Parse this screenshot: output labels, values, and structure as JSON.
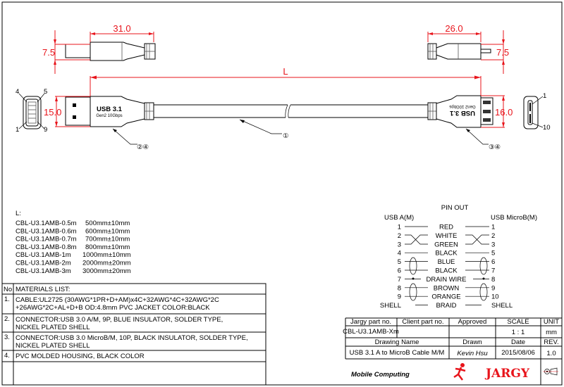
{
  "drawing": {
    "dimensions": {
      "a_length": "31.0",
      "a_height": "7.5",
      "b_length": "26.0",
      "b_height": "7.5",
      "a_width": "15.0",
      "b_width": "16.0",
      "overall": "L"
    },
    "callouts": {
      "cable": "①",
      "connector_a": "②④",
      "connector_b": "③④"
    },
    "molding_text": {
      "main": "USB 3.1",
      "sub": "Gen2 10Gbps"
    },
    "end_view_a_pins": [
      "4",
      "5",
      "1",
      "9"
    ],
    "end_view_b_pins": [
      "1",
      "10"
    ]
  },
  "lengths": {
    "title": "L:",
    "items": [
      {
        "part": "CBL-U3.1AMB-0.5m",
        "length": "500mm±10mm"
      },
      {
        "part": "CBL-U3.1AMB-0.6m",
        "length": "600mm±10mm"
      },
      {
        "part": "CBL-U3.1AMB-0.7m",
        "length": "700mm±10mm"
      },
      {
        "part": "CBL-U3.1AMB-0.8m",
        "length": "800mm±10mm"
      },
      {
        "part": "CBL-U3.1AMB-1m",
        "length": "1000mm±10mm"
      },
      {
        "part": "CBL-U3.1AMB-2m",
        "length": "2000mm±20mm"
      },
      {
        "part": "CBL-U3.1AMB-3m",
        "length": "3000mm±20mm"
      }
    ]
  },
  "pinout": {
    "title": "PIN OUT",
    "left_header": "USB A(M)",
    "right_header": "USB MicroB(M)",
    "rows": [
      {
        "left": "1",
        "wire": "RED",
        "right": "1"
      },
      {
        "left": "2",
        "wire": "WHITE",
        "right": "2"
      },
      {
        "left": "3",
        "wire": "GREEN",
        "right": "3"
      },
      {
        "left": "4",
        "wire": "BLACK",
        "right": "5"
      },
      {
        "left": "5",
        "wire": "BLUE",
        "right": "6"
      },
      {
        "left": "6",
        "wire": "BLACK",
        "right": "7"
      },
      {
        "left": "7",
        "wire": "DRAIN WIRE",
        "right": "8"
      },
      {
        "left": "8",
        "wire": "BROWN",
        "right": "9"
      },
      {
        "left": "9",
        "wire": "ORANGE",
        "right": "10"
      },
      {
        "left": "SHELL",
        "wire": "BRAID",
        "right": "SHELL"
      }
    ]
  },
  "materials": {
    "no_header": "No",
    "header": "MATERIALS LIST:",
    "items": [
      {
        "no": "1.",
        "lines": [
          "CABLE:UL2725 (30AWG*1PR+D+AM)x4C+32AWG*4C+32AWG*2C",
          "+26AWG*2C+AL+D+B   OD:4.8mm   PVC JACKET COLOR:BLACK"
        ]
      },
      {
        "no": "2.",
        "lines": [
          "CONNECTOR:USB 3.0 A/M, 9P, BLUE INSULATOR, SOLDER TYPE,",
          "NICKEL PLATED SHELL"
        ]
      },
      {
        "no": "3.",
        "lines": [
          "CONNECTOR:USB 3.0 MicroB/M, 10P, BLACK INSULATOR, SOLDER TYPE,",
          "NICKEL PLATED SHELL"
        ]
      },
      {
        "no": "4.",
        "lines": [
          "PVC MOLDED HOUSING, BLACK COLOR"
        ]
      }
    ]
  },
  "title_block": {
    "jargy_part_label": "Jargy part no.",
    "client_part_label": "Client part no.",
    "approved_label": "Approved",
    "scale_label": "SCALE",
    "unit_label": "UNIT",
    "jargy_part": "CBL-U3.1AMB-Xm",
    "client_part": "",
    "approved": "",
    "scale": "1 : 1",
    "unit": "mm",
    "drawing_name_label": "Drawing Name",
    "drawn_label": "Drawn",
    "date_label": "Date",
    "rev_label": "REV.",
    "drawing_name": "USB 3.1 A to MicroB Cable M/M",
    "drawn": "Kevin Hsu",
    "date": "2015/08/06",
    "rev": "1.0",
    "logo_left": "Mobile Computing",
    "logo_right": "JARGY"
  },
  "colors": {
    "dimension": "#e8141b",
    "line": "#000000"
  }
}
